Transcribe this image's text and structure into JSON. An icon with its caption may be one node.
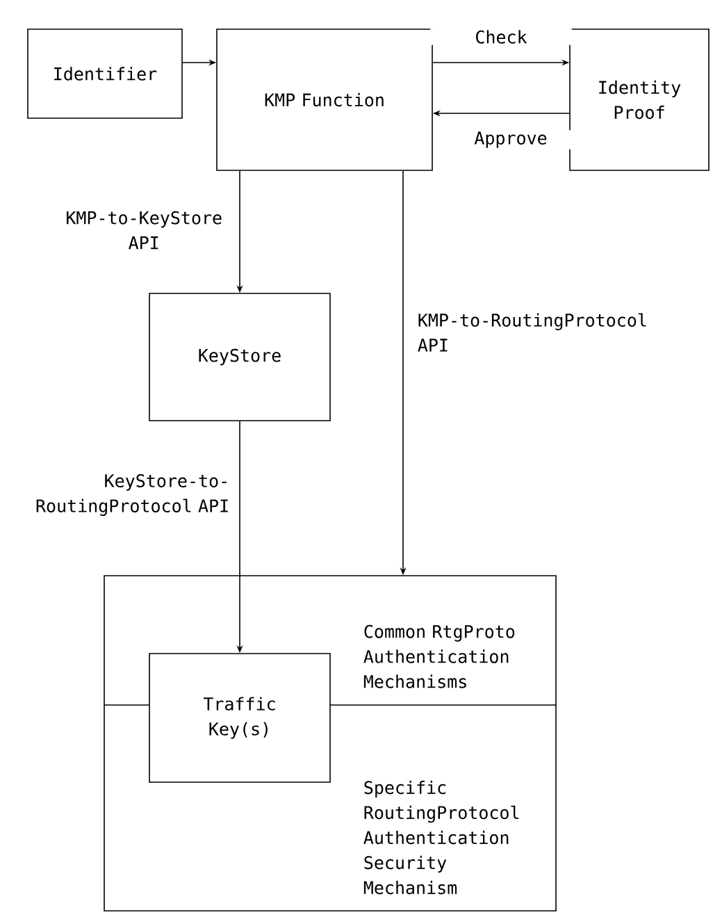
{
  "diagram": {
    "nodes": [
      {
        "text": [
          "Identifier"
        ]
      },
      {
        "text": [
          "KMP Function"
        ]
      },
      {
        "text": [
          "Identity Proof"
        ]
      },
      {
        "text": [
          "KeyStore"
        ]
      },
      {
        "text": [
          "Common RtgProto Authentication Mechanisms",
          "Specific RoutingProtocol Authentication Security Mechanism"
        ]
      },
      {
        "text": [
          "Traffic Key(s)"
        ],
        "in": 4
      }
    ],
    "edges": [
      {
        "from": 0,
        "to": 1,
        "arrow": "to"
      },
      {
        "from": 1,
        "to": 2,
        "arrow": "to",
        "label": "Check"
      },
      {
        "from": 2,
        "to": 1,
        "arrow": "to",
        "label": "Approve"
      },
      {
        "from": 1,
        "to": 3,
        "arrow": "to",
        "label": "KMP-to-KeyStore API"
      },
      {
        "from": 1,
        "to": 4,
        "arrow": "to",
        "label": "KMP-to-RoutingProtocol API"
      },
      {
        "from": 3,
        "to": 5,
        "arrow": "to",
        "label": "KeyStore-to- RoutingProtocol API"
      }
    ]
  }
}
